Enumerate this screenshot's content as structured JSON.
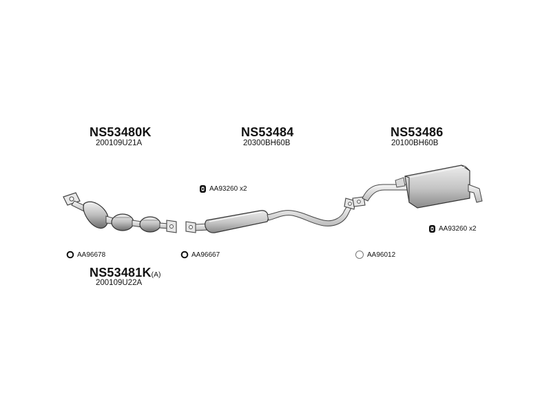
{
  "parts": {
    "front_cat": {
      "code": "NS53480K",
      "oem": "200109U21A"
    },
    "center_muffler": {
      "code": "NS53484",
      "oem": "20300BH60B"
    },
    "rear_muffler": {
      "code": "NS53486",
      "oem": "20100BH60B"
    },
    "alt_cat": {
      "code": "NS53481K",
      "suffix": "(A)",
      "oem": "200109U22A"
    }
  },
  "accessories": {
    "clamp_center": {
      "code": "AA93260",
      "qty": "x2",
      "icon": "clamp-icon"
    },
    "clamp_rear": {
      "code": "AA93260",
      "qty": "x2",
      "icon": "clamp-icon"
    },
    "gasket_front": {
      "code": "AA96678",
      "icon": "gasket-ring-icon"
    },
    "gasket_center": {
      "code": "AA96667",
      "icon": "gasket-ring-icon"
    },
    "gasket_rear": {
      "code": "AA96012",
      "icon": "gasket-ring-icon"
    }
  },
  "colors": {
    "line": "#555555",
    "fill_light": "#d9d9d9",
    "fill_mid": "#a9a9a9"
  }
}
